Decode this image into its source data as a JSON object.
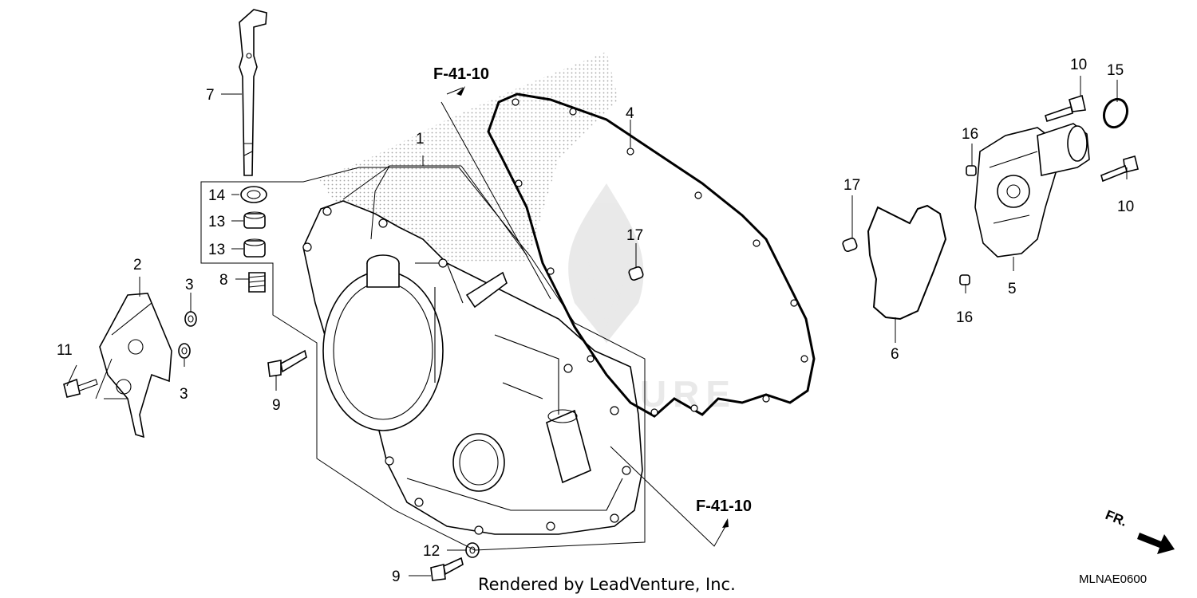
{
  "diagram": {
    "callouts": [
      "1",
      "2",
      "3",
      "3",
      "4",
      "5",
      "6",
      "7",
      "8",
      "9",
      "9",
      "10",
      "10",
      "11",
      "12",
      "13",
      "13",
      "14",
      "15",
      "16",
      "16",
      "17",
      "17"
    ],
    "references": [
      "F-41-10",
      "F-41-10"
    ],
    "footer": "Rendered by LeadVenture, Inc.",
    "code": "MLNAE0600",
    "direction": "FR.",
    "watermark": "LEADVENTURE"
  }
}
